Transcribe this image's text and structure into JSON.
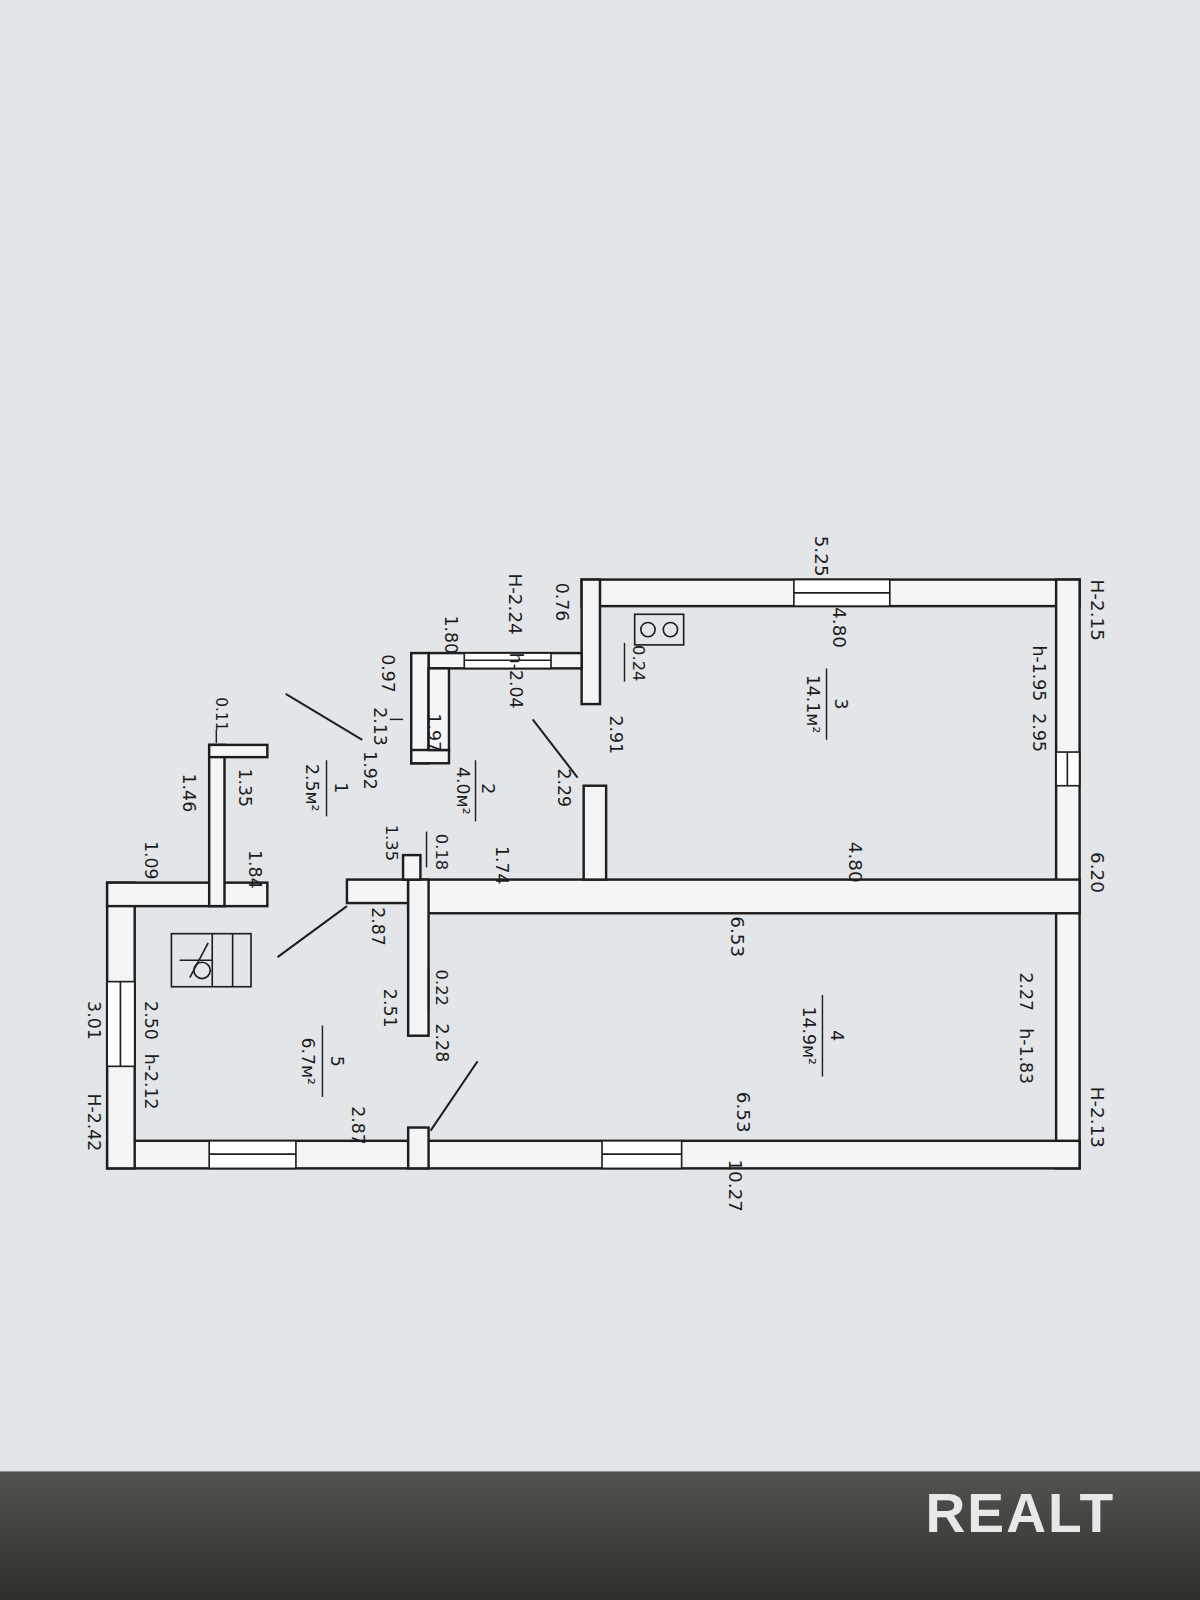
{
  "diagram": {
    "labels": [
      "5.25",
      "Н-2.15",
      "0.76",
      "Н-2.24",
      "1.80",
      "4.80",
      "h-1.95",
      "2.95",
      "3",
      "14.1м²",
      "0.97",
      "0.24",
      "h-2.04",
      "2.91",
      "2.13",
      "1.97",
      "1.92",
      "0.11",
      "2",
      "4.0м²",
      "2.29",
      "1.46",
      "1.35",
      "1",
      "2.5м²",
      "1.35",
      "0.18",
      "1.74",
      "4.80",
      "6.20",
      "1.09",
      "1.84",
      "2.87",
      "6.53",
      "2.27",
      "h-1.83",
      "0.22",
      "2.51",
      "2.28",
      "5",
      "6.7м²",
      "4",
      "14.9м²",
      "3.01",
      "2.50",
      "h-2.12",
      "Н-2.42",
      "2.87",
      "6.53",
      "Н-2.13",
      "10.27",
      "REALT"
    ]
  }
}
